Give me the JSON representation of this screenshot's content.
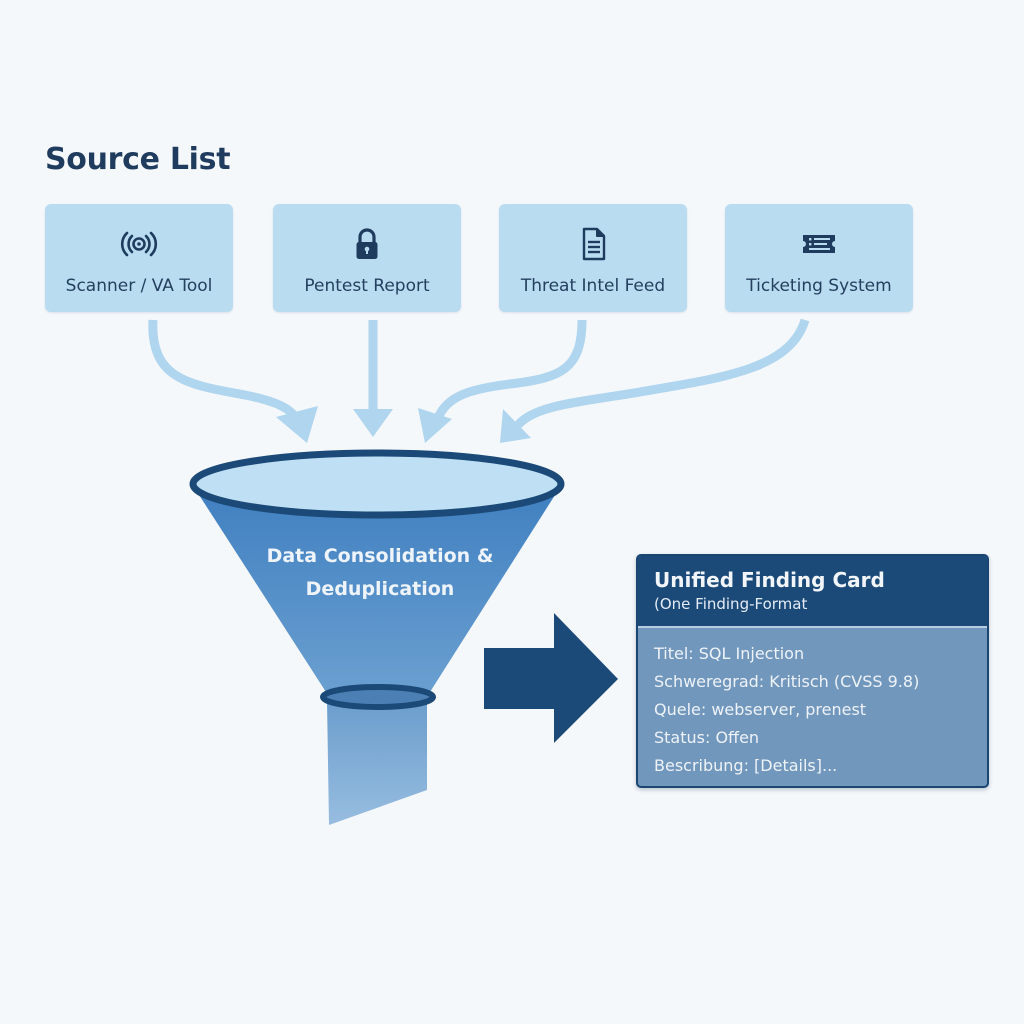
{
  "title": "Source List",
  "sources": [
    {
      "label": "Scanner / VA Tool",
      "icon": "radar-icon"
    },
    {
      "label": "Pentest Report",
      "icon": "lock-icon"
    },
    {
      "label": "Threat Intel Feed",
      "icon": "document-icon"
    },
    {
      "label": "Ticketing System",
      "icon": "ticket-icon"
    }
  ],
  "funnel": {
    "line1": "Data Consolidation &",
    "line2": "Deduplication"
  },
  "card": {
    "title": "Unified Finding Card",
    "subtitle": "(One Finding-Format",
    "fields": [
      "Titel: SQL Injection",
      "Schweregrad: Kritisch (CVSS 9.8)",
      "Quele: webserver, prenest",
      "Status: Offen",
      "Bescribung: [Details]..."
    ]
  },
  "colors": {
    "source_box": "#b9dcf1",
    "arrow_light": "#afd5ef",
    "dark_navy": "#1c4a78",
    "funnel_body": "#4a86c4",
    "card_body": "#7297bd"
  }
}
